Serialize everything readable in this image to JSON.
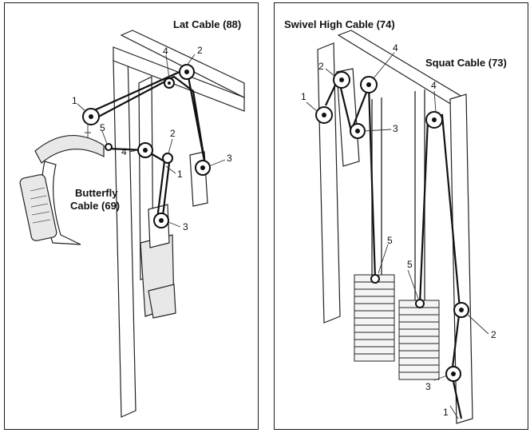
{
  "left_panel": {
    "lat_cable_label": "Lat Cable (88)",
    "butterfly_cable_label_line1": "Butterfly",
    "butterfly_cable_label_line2": "Cable (69)",
    "callouts": [
      "1",
      "2",
      "3",
      "4",
      "5",
      "2",
      "4",
      "1",
      "3"
    ]
  },
  "right_panel": {
    "swivel_high_cable_label": "Swivel High Cable (74)",
    "squat_cable_label": "Squat Cable (73)",
    "callouts": [
      "1",
      "2",
      "3",
      "4",
      "5",
      "4",
      "5",
      "2",
      "3",
      "1"
    ]
  }
}
